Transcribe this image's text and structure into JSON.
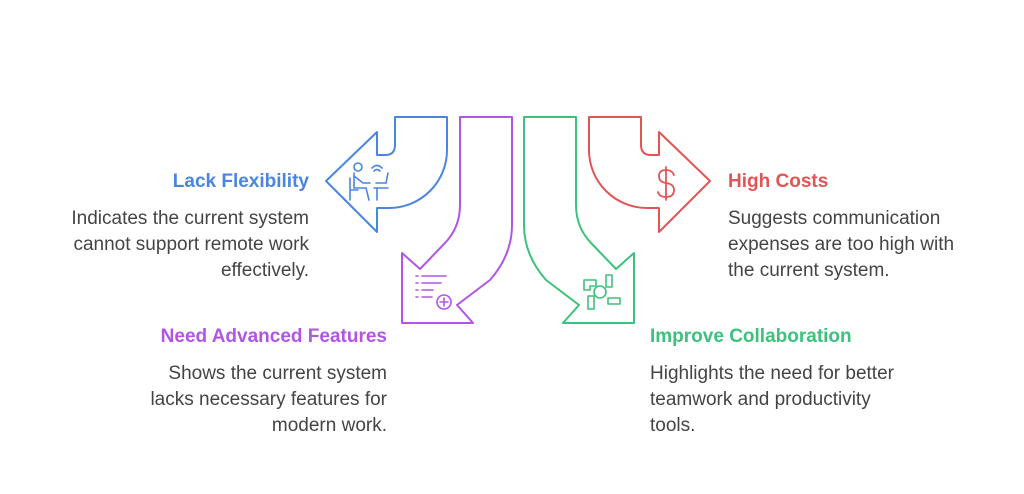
{
  "colors": {
    "blue": "#4a86e0",
    "purple": "#b155e6",
    "green": "#3dc27c",
    "red": "#e25555",
    "text": "#444444"
  },
  "items": [
    {
      "title": "Lack Flexibility",
      "lines": [
        "Indicates the current system",
        "cannot support remote work",
        "effectively."
      ],
      "icon": "remote-worker-icon"
    },
    {
      "title": "Need Advanced Features",
      "lines": [
        "Shows the current system",
        "lacks necessary features for",
        "modern work."
      ],
      "icon": "list-add-icon"
    },
    {
      "title": "Improve Collaboration",
      "lines": [
        "Highlights the need for better",
        "teamwork and productivity",
        "tools."
      ],
      "icon": "teamwork-hands-icon"
    },
    {
      "title": "High Costs",
      "lines": [
        "Suggests communication",
        "expenses are too high with",
        "the current system."
      ],
      "icon": "dollar-icon"
    }
  ]
}
